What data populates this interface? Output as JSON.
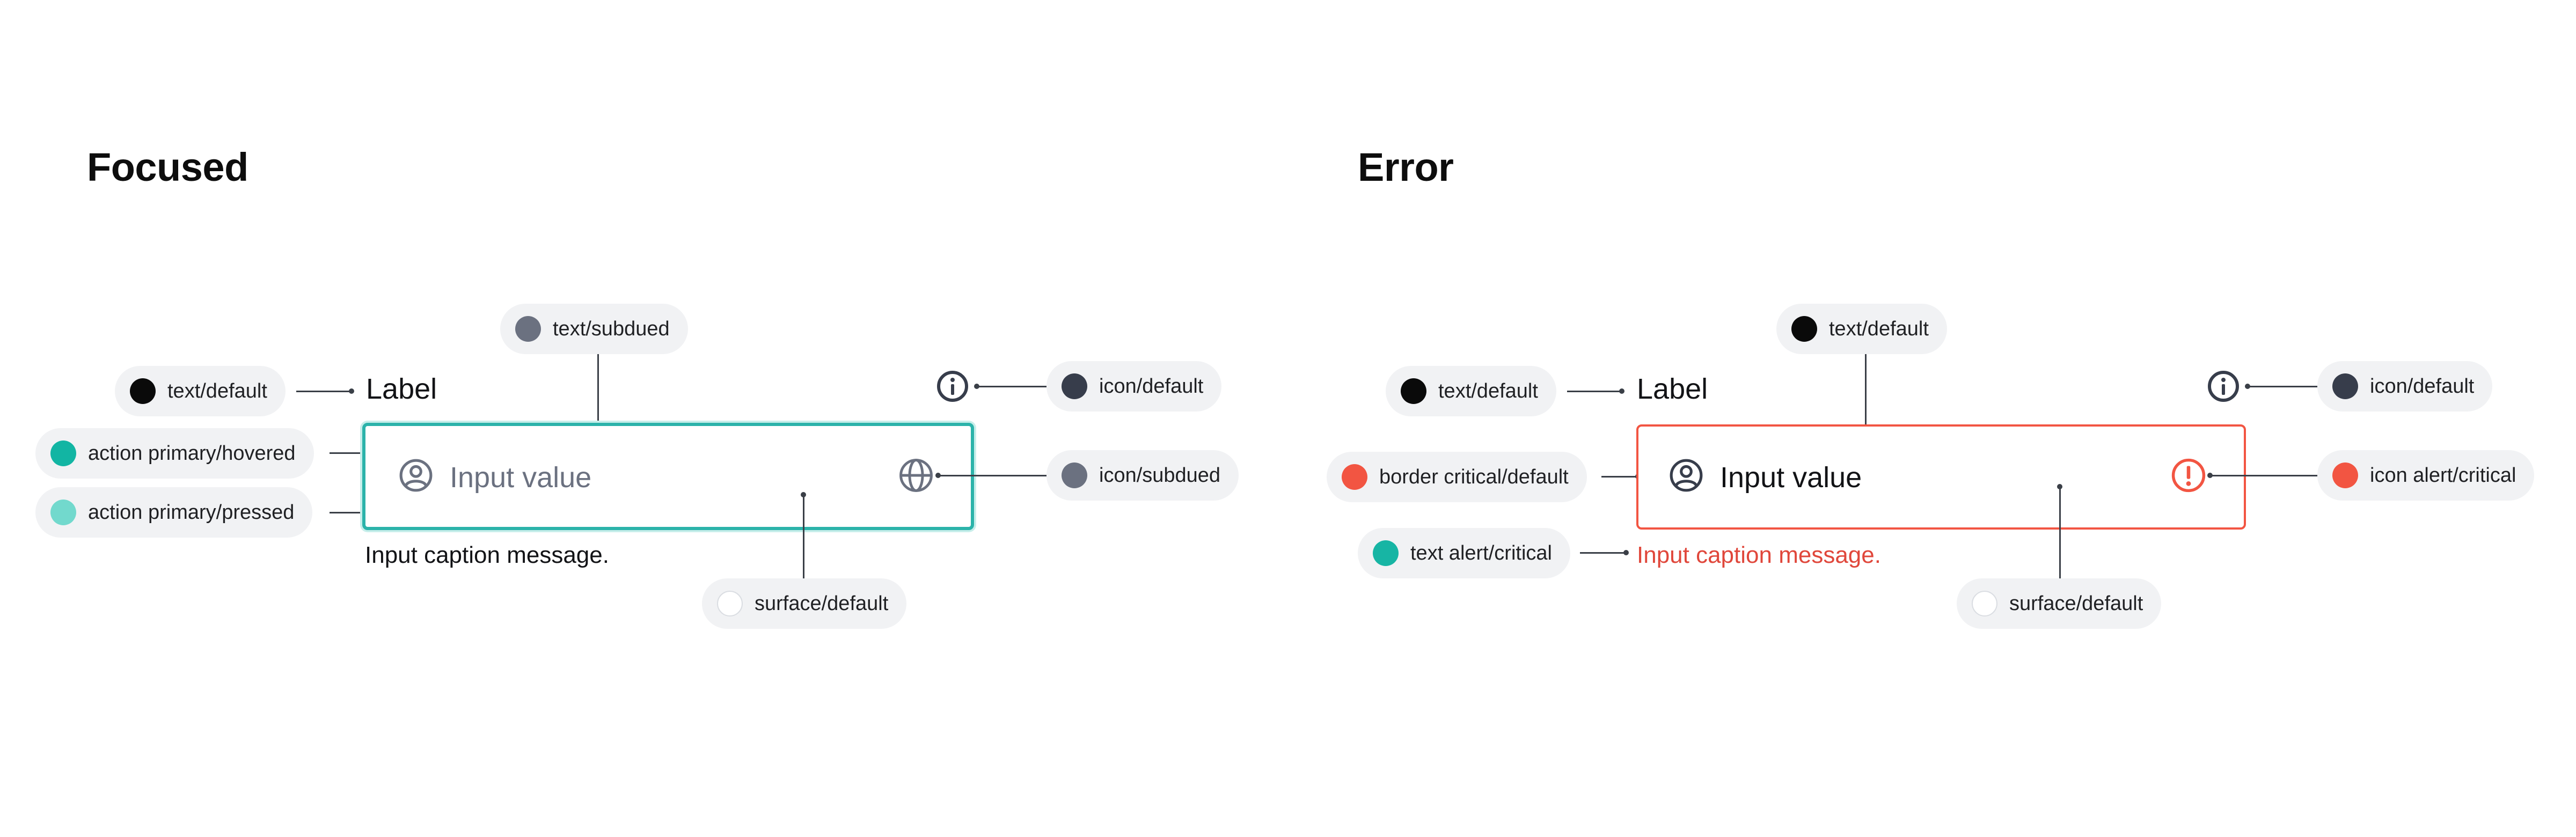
{
  "colors": {
    "text_default": "#0a0a0a",
    "text_subdued": "#6b7180",
    "icon_default": "#373d4b",
    "icon_subdued": "#6b7180",
    "action_primary_hovered": "#12b5a3",
    "action_primary_pressed": "#72d9cd",
    "surface_default": "#ffffff",
    "border_critical_default": "#f25542",
    "icon_alert_critical": "#f25542",
    "text_alert_critical": "#17b5a4",
    "focus_border": "#2bb3aa",
    "error_text": "#e0473b"
  },
  "focused": {
    "heading": "Focused",
    "label": "Label",
    "input_value": "Input value",
    "caption": "Input caption message.",
    "annotations": {
      "text_default": "text/default",
      "text_subdued": "text/subdued",
      "icon_default": "icon/default",
      "action_primary_hovered": "action primary/hovered",
      "action_primary_pressed": "action primary/pressed",
      "icon_subdued": "icon/subdued",
      "surface_default": "surface/default"
    },
    "icons": {
      "leading": "user-circle-icon",
      "trailing": "globe-icon",
      "label_info": "info-icon"
    }
  },
  "error": {
    "heading": "Error",
    "label": "Label",
    "input_value": "Input value",
    "caption": "Input caption message.",
    "annotations": {
      "text_default_label": "text/default",
      "text_default_value": "text/default",
      "icon_default": "icon/default",
      "border_critical_default": "border critical/default",
      "icon_alert_critical": "icon alert/critical",
      "text_alert_critical": "text alert/critical",
      "surface_default": "surface/default"
    },
    "icons": {
      "leading": "user-circle-icon",
      "trailing": "alert-circle-icon",
      "label_info": "info-icon"
    }
  }
}
